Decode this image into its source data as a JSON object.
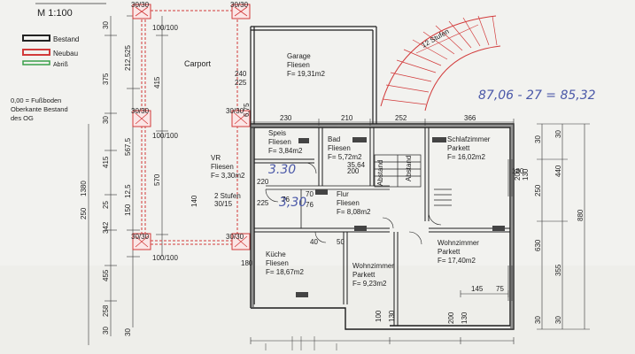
{
  "scale": "M 1:100",
  "legend": [
    {
      "label": "Bestand",
      "color": "#222222"
    },
    {
      "label": "Neubau",
      "color": "#d23a3a"
    },
    {
      "label": "Abriß",
      "color": "#3aa04a"
    }
  ],
  "note": [
    "0,00 = Fußboden",
    "Oberkante Bestand",
    "des OG"
  ],
  "carport": "Carport",
  "posts": [
    "30/30",
    "30/30",
    "30/30",
    "30/30",
    "30/30",
    "30/30"
  ],
  "post_refs": [
    "100/100",
    "100/100",
    "100/100"
  ],
  "stairs_label": "12 Stufen",
  "handwritten": "87,06 - 27 = 85,32",
  "rooms": [
    {
      "name": "Garage",
      "floor": "Fliesen",
      "area": "F= 19,31m2"
    },
    {
      "name": "Speis",
      "floor": "Fliesen",
      "area": "F= 3,84m2"
    },
    {
      "name": "Bad",
      "floor": "Fliesen",
      "area": "F= 5,72m2"
    },
    {
      "name": "Schlafzimmer",
      "floor": "Parkett",
      "area": "F= 16,02m2"
    },
    {
      "name": "VR",
      "floor": "Fliesen",
      "area": "F= 3,30m2"
    },
    {
      "name": "Flur",
      "floor": "Fliesen",
      "area": "F= 8,08m2"
    },
    {
      "name": "Küche",
      "floor": "Fliesen",
      "area": "F= 18,67m2"
    },
    {
      "name": "Wohnzimmer",
      "floor": "Parkett",
      "area": "F= 9,23m2"
    },
    {
      "name": "Wohnzimmer",
      "floor": "Parkett",
      "area": "F= 17,40m2"
    }
  ],
  "small_labels": {
    "stufen2": "2 Stufen",
    "stufen2_dim": "30/15",
    "abstand": "Abstand",
    "ftd": "Abstand",
    "hand_vr": "3.30",
    "hand_flur": "3,30"
  },
  "dims_left": [
    "30",
    "375",
    "25",
    "212,5",
    "30",
    "567,5",
    "1380",
    "250",
    "415",
    "570",
    "12,5",
    "150",
    "25",
    "342",
    "455",
    "258",
    "30",
    "30",
    "140",
    "180"
  ],
  "dims_top": [
    "240",
    "225",
    "6,75",
    "230",
    "210",
    "252",
    "366",
    "220",
    "200",
    "35,64",
    "225",
    "76",
    "76",
    "40",
    "50",
    "70",
    "180",
    "145",
    "75"
  ],
  "dims_right": [
    "30",
    "250",
    "440",
    "200",
    "130",
    "880",
    "630",
    "355",
    "30",
    "30"
  ],
  "dims_bottom": [
    "100",
    "130",
    "200",
    "130"
  ]
}
